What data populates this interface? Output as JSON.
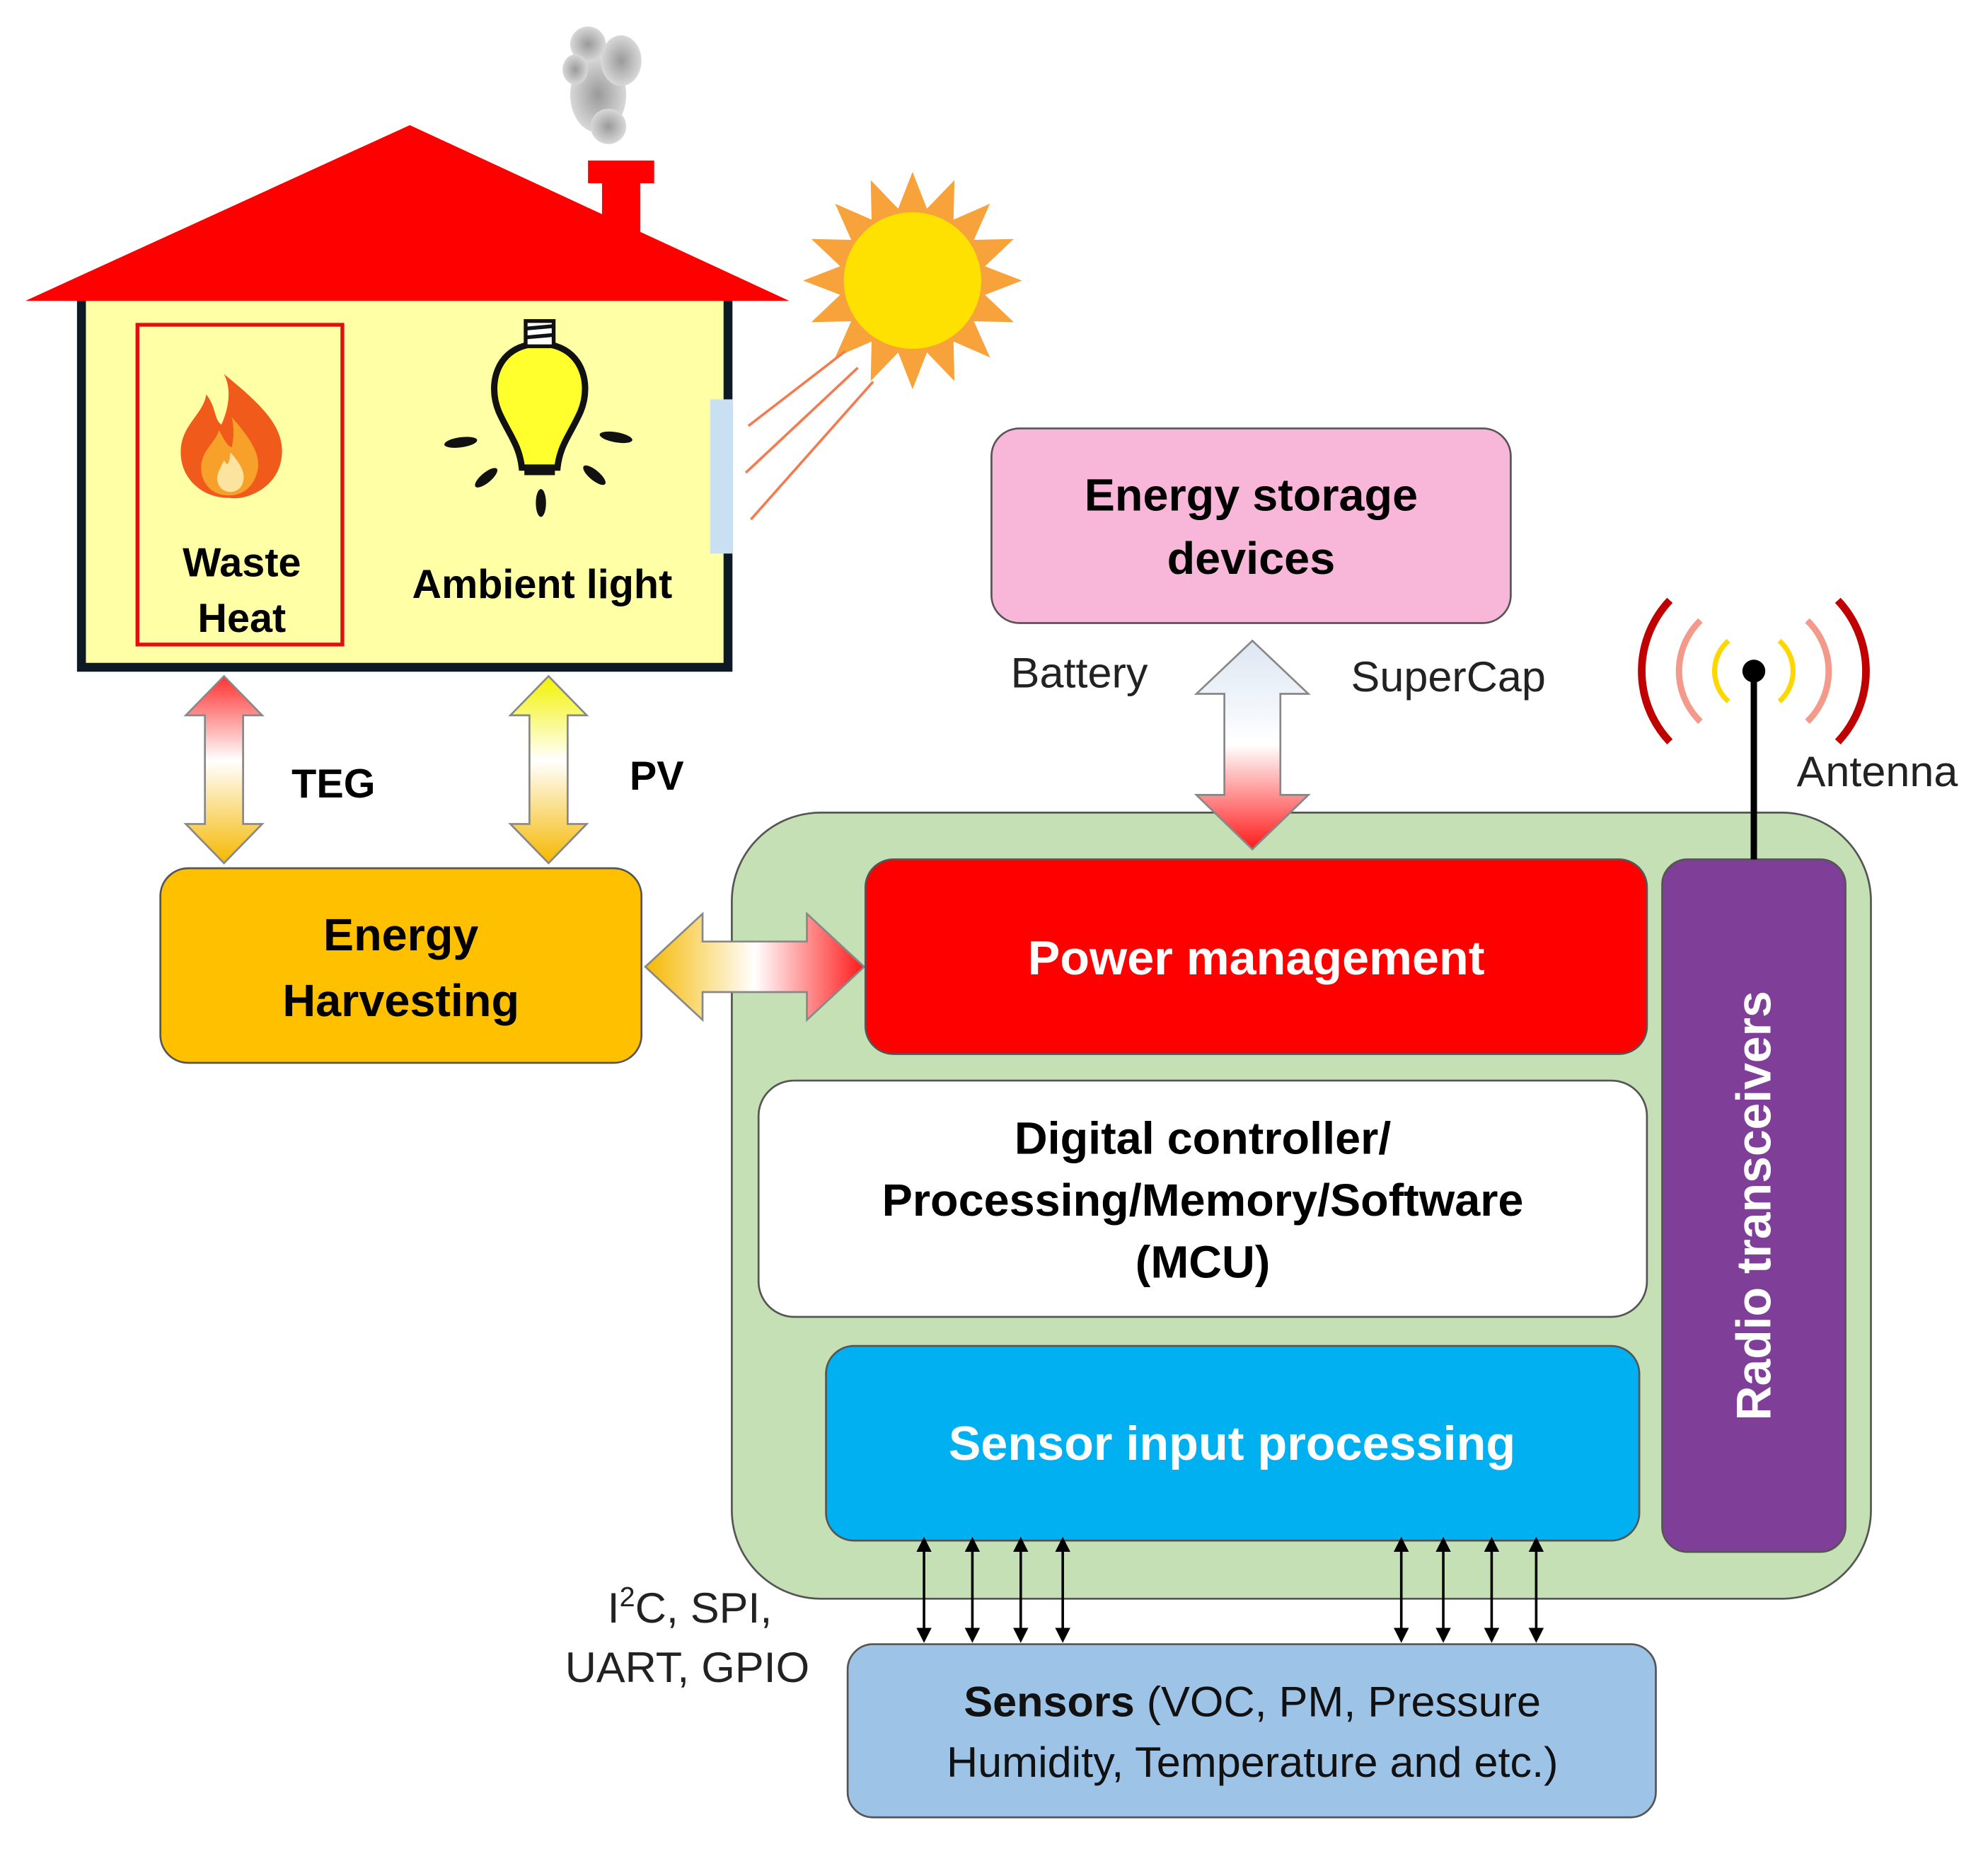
{
  "house": {
    "waste_heat_line1": "Waste",
    "waste_heat_line2": "Heat",
    "ambient_light": "Ambient light"
  },
  "arrows": {
    "teg": "TEG",
    "pv": "PV",
    "battery": "Battery",
    "supercap": "SuperCap",
    "antenna": "Antenna"
  },
  "energy_storage": {
    "line1": "Energy storage",
    "line2": "devices"
  },
  "energy_harvesting": {
    "line1": "Energy",
    "line2": "Harvesting"
  },
  "power_management": "Power management",
  "mcu": {
    "line1": "Digital controller/",
    "line2": "Processing/Memory/Software",
    "line3": "(MCU)"
  },
  "sensor_input": "Sensor input processing",
  "radio": "Radio transceivers",
  "interfaces": {
    "line1_prefix": "I",
    "line1_sup": "2",
    "line1_suffix": "C, SPI,",
    "line2": "UART, GPIO"
  },
  "sensors": {
    "title": "Sensors",
    "line1_rest": " (VOC, PM, Pressure",
    "line2": "Humidity, Temperature and etc.)"
  },
  "colors": {
    "roof": "#ff0000",
    "house_fill": "#ffffa6",
    "storage": "#f8b6d8",
    "harvesting": "#ffc000",
    "power_management": "#ff0000",
    "sensor_input": "#00b0f0",
    "radio": "#7f3f98",
    "board": "#c5e0b4",
    "sensors": "#9dc3e6",
    "sun": "#ffe100"
  }
}
